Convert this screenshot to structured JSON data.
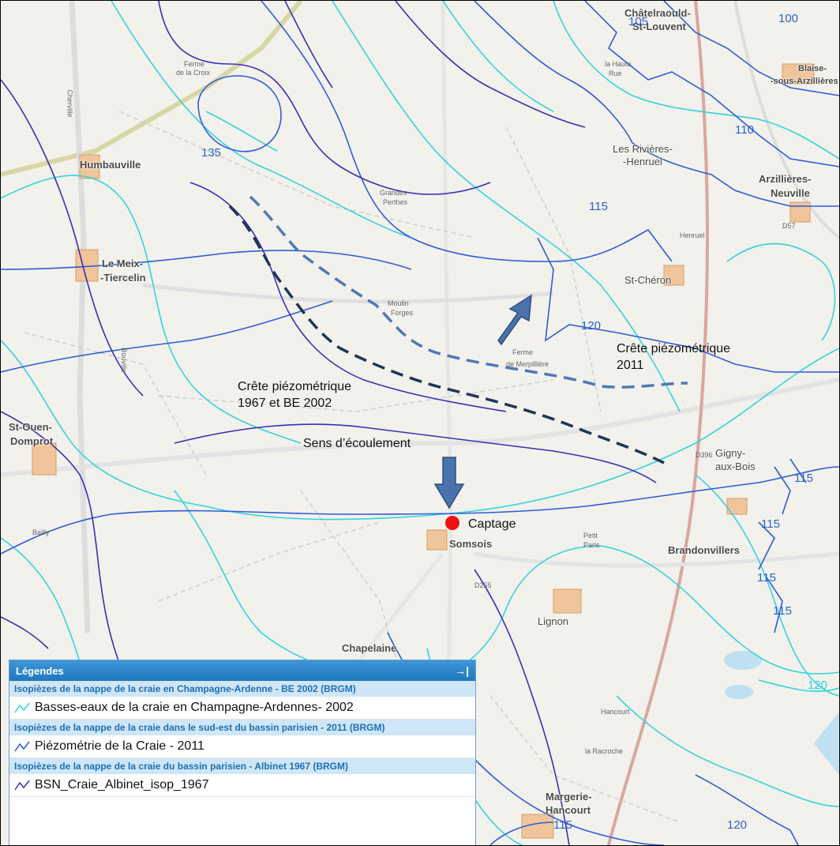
{
  "colors": {
    "isopiezes_2002": "#35d3dc",
    "isopiezes_2011": "#2f5cd6",
    "isopiezes_1967": "#3a2fb4",
    "crete_2011": "#4f79b5",
    "crete_1967": "#1f3558",
    "arrow": "#4a72ad",
    "captage": "#ee1111"
  },
  "map": {
    "towns": [
      "Châtelraould-",
      "St-Louvent",
      "Humbauville",
      "Le Meix-",
      "-Tiercelin",
      "Arzillières-",
      "Neuville",
      "Les Rivières-",
      "-Henruel",
      "St-Chéron",
      "St-Ouen-",
      "Domprot",
      "Gigny-",
      "aux-Bois",
      "Somsois",
      "Brandonvillers",
      "Lignon",
      "Chapelaine",
      "Margerie-",
      "Hancourt",
      "Blaise-",
      "-sous-Arzillières"
    ],
    "small_labels": [
      "Ferme",
      "de la Croix",
      "Grandes",
      "Perthes",
      "la Haute",
      "Rue",
      "Henruel",
      "Ferme",
      "de Merpillière",
      "Petit",
      "Paris",
      "Hancourt",
      "la Racroche",
      "Bailly",
      "Moulin",
      "Forges",
      "Cherville",
      "Rouville",
      "D396",
      "D255",
      "D57"
    ],
    "contour_labels": [
      "100",
      "105",
      "110",
      "115",
      "120",
      "135",
      "115",
      "115",
      "115",
      "115",
      "120",
      "115",
      "120"
    ]
  },
  "annotations": {
    "crete_2011_line1": "Crête  piézométrique",
    "crete_2011_line2": "2011",
    "crete_1967_line1": "Crête piézométrique",
    "crete_1967_line2": "1967 et BE 2002",
    "sens": "Sens d’écoulement",
    "captage": "Captage"
  },
  "legend": {
    "title": "Légendes",
    "collapse_icon": "→|",
    "groups": [
      {
        "title": "Isopièzes de la nappe de la craie en Champagne-Ardenne - BE 2002 (BRGM)",
        "item": "Basses-eaux de la craie en Champagne-Ardennes- 2002",
        "icon": "line-icon-cyan"
      },
      {
        "title": "Isopièzes de la nappe de la craie dans le sud-est du bassin parisien - 2011 (BRGM)",
        "item": "Piézométrie de la Craie - 2011",
        "icon": "line-icon-blue"
      },
      {
        "title": "Isopièzes de la nappe de la craie du bassin parisien - Albinet 1967 (BRGM)",
        "item": "BSN_Craie_Albinet_isop_1967",
        "icon": "line-icon-indigo"
      }
    ]
  }
}
